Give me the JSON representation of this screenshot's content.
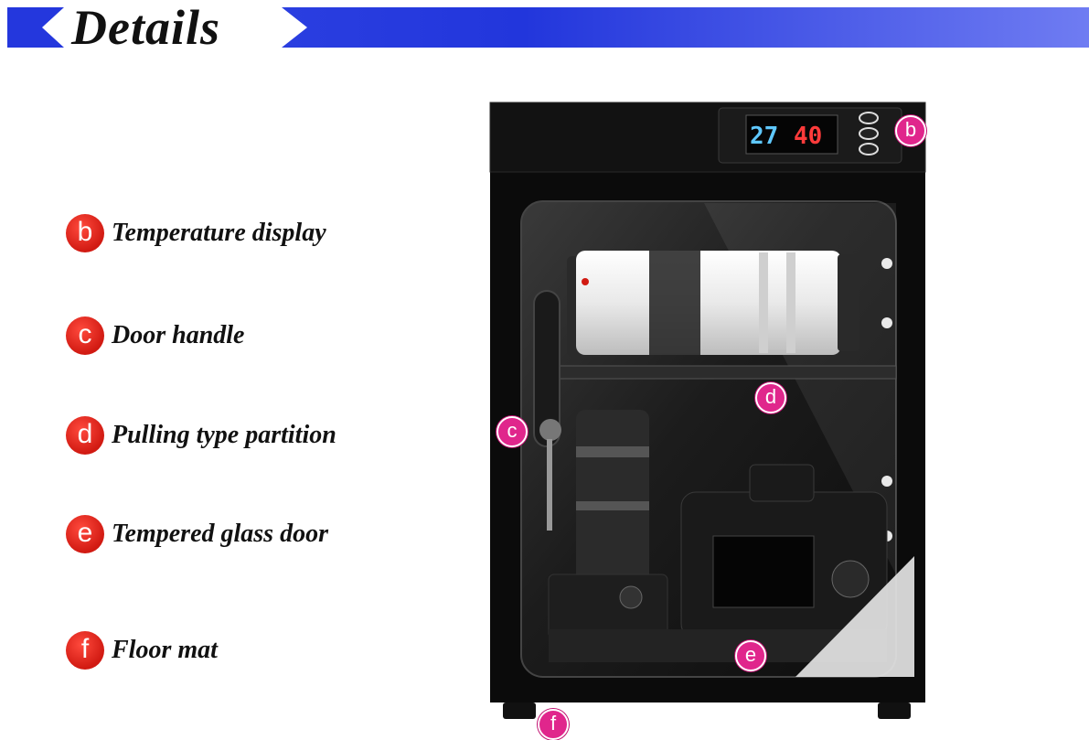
{
  "banner": {
    "title": "Details",
    "colors": {
      "blue_dark": "#1a2fd8",
      "blue_light": "#6a78f0"
    }
  },
  "features": [
    {
      "letter": "b",
      "label": "Temperature display"
    },
    {
      "letter": "c",
      "label": "Door handle"
    },
    {
      "letter": "d",
      "label": "Pulling type partition"
    },
    {
      "letter": "e",
      "label": "Tempered glass door"
    },
    {
      "letter": "f",
      "label": "Floor mat"
    }
  ],
  "display": {
    "temperature": "27",
    "humidity": "40"
  },
  "callouts": [
    "b",
    "c",
    "d",
    "e",
    "f"
  ],
  "colors": {
    "badge_red": "#d11a12",
    "callout_pink": "#e0268c",
    "cabinet_black": "#0b0b0b"
  }
}
